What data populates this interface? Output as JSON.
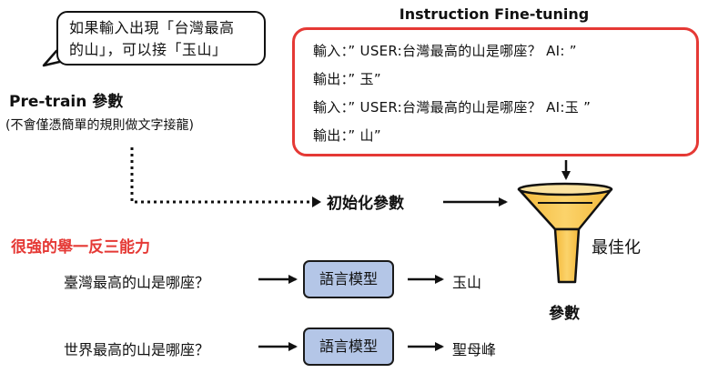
{
  "bubble": {
    "line1": "如果輸入出現「台灣最高",
    "line2": "的山」，可以接「玉山」"
  },
  "pretrain": {
    "title": "Pre-train 參數",
    "subtitle": "(不會僅憑簡單的規則做文字接龍)"
  },
  "instruction": {
    "title": "Instruction Fine-tuning",
    "lines": [
      "輸入：” USER:台灣最高的山是哪座？ AI: ”",
      "輸出：” 玉”",
      "輸入：” USER:台灣最高的山是哪座？ AI:玉 ”",
      "輸出：” 山”"
    ]
  },
  "flow": {
    "init_label": "初始化參數",
    "optimize_label": "最佳化",
    "params_label": "參數"
  },
  "ability": {
    "title": "很強的舉一反三能力",
    "color": "#e53935"
  },
  "examples": [
    {
      "question": "臺灣最高的山是哪座？",
      "model": "語言模型",
      "answer": "玉山"
    },
    {
      "question": "世界最高的山是哪座？",
      "model": "語言模型",
      "answer": "聖母峰"
    }
  ],
  "colors": {
    "instruction_border": "#e53935",
    "model_box": "#b4c6e7",
    "funnel": "#f5c242"
  }
}
